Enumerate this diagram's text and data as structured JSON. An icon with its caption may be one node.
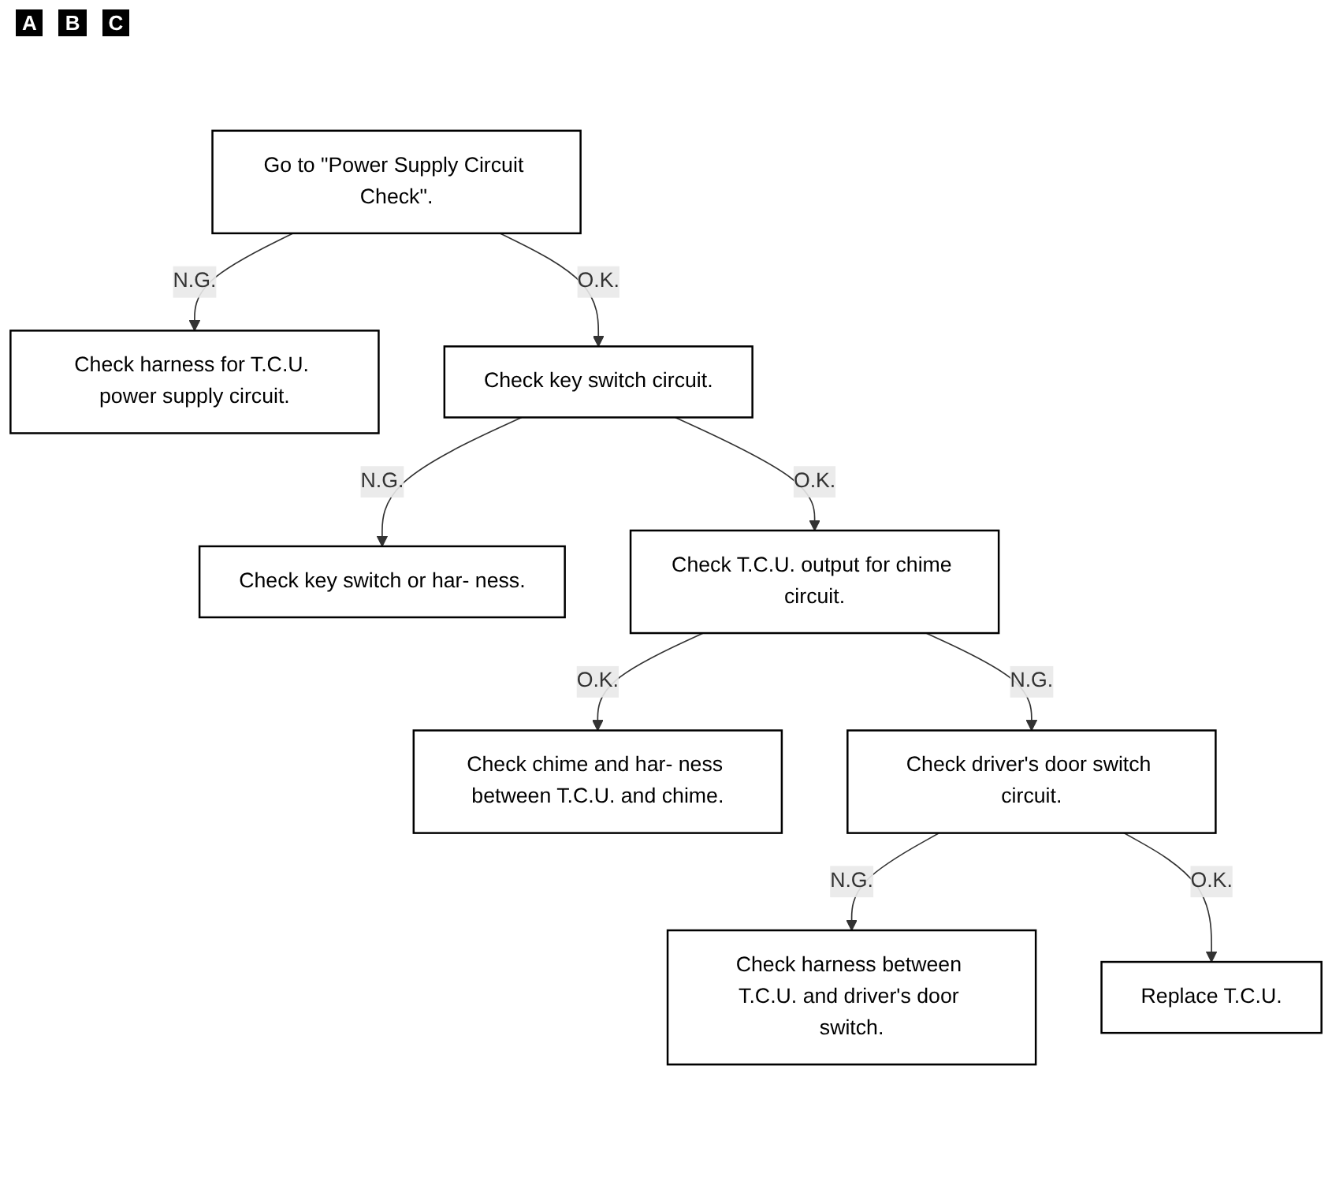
{
  "diagram": {
    "nodes": [
      {
        "text": [
          "Go to \"Power Supply Circuit Check\"."
        ]
      },
      {
        "text": [
          "Check harness for T.C.U. power supply circuit."
        ]
      },
      {
        "text": [
          "Check key switch circuit."
        ]
      },
      {
        "text": [
          "Check key switch or har- ness."
        ]
      },
      {
        "text": [
          "Check T.C.U. output for chime circuit."
        ]
      },
      {
        "text": [
          "Check chime and har- ness between T.C.U. and chime."
        ]
      },
      {
        "text": [
          "Check driver's door switch circuit."
        ]
      },
      {
        "text": [
          "Check harness between T.C.U. and driver's door switch."
        ]
      },
      {
        "text": [
          "Replace T.C.U."
        ]
      }
    ],
    "edges": [
      {
        "from": 0,
        "to": 1,
        "arrow": "to",
        "label": "N.G."
      },
      {
        "from": 0,
        "to": 2,
        "arrow": "to",
        "label": "O.K."
      },
      {
        "from": 2,
        "to": 3,
        "arrow": "to",
        "label": "N.G."
      },
      {
        "from": 2,
        "to": 4,
        "arrow": "to",
        "label": "O.K."
      },
      {
        "from": 4,
        "to": 5,
        "arrow": "to",
        "label": "O.K."
      },
      {
        "from": 4,
        "to": 6,
        "arrow": "to",
        "label": "N.G."
      },
      {
        "from": 6,
        "to": 7,
        "arrow": "to",
        "label": "N.G."
      },
      {
        "from": 6,
        "to": 8,
        "arrow": "to",
        "label": "O.K."
      }
    ],
    "labels": [
      "A",
      "B",
      "C"
    ]
  }
}
